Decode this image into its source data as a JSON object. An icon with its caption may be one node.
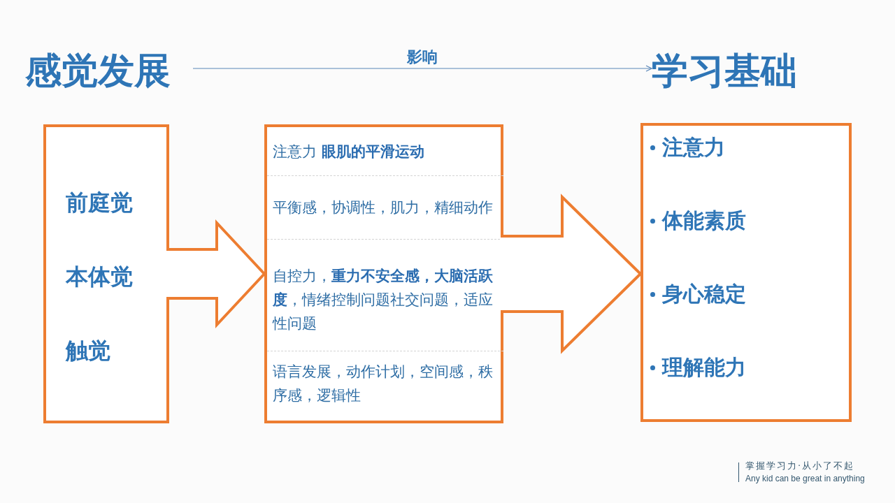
{
  "diagram": {
    "nodes": [
      {
        "text": [
          "感觉发展"
        ]
      },
      {
        "text": [
          "学习基础"
        ]
      },
      {
        "text": [
          "前庭觉",
          "本体觉",
          "触觉"
        ]
      },
      {
        "text": [],
        "shape": "box"
      },
      {
        "text": [
          "注意力  **眼肌的平滑运动**"
        ],
        "in": 3
      },
      {
        "text": [
          "平衡感，协调性，肌力，精细动作"
        ],
        "in": 3
      },
      {
        "text": [
          "自控力，**重力不安全感，大脑活跃度**，情绪控制问题社交问题，适应性问题"
        ],
        "in": 3
      },
      {
        "text": [
          "语言发展，动作计划，空间感，秩序感，逻辑性"
        ],
        "in": 3
      },
      {
        "text": [
          "注意力",
          "体能素质",
          "身心稳定",
          "理解能力"
        ]
      }
    ],
    "edges": [
      {
        "from": 0,
        "to": 1,
        "arrow": "to",
        "label": "影响",
        "color": "#5b87b8"
      },
      {
        "from": 2,
        "to": 3,
        "arrow": "to",
        "style": "thick"
      },
      {
        "from": 3,
        "to": 8,
        "arrow": "to",
        "style": "thick"
      }
    ],
    "labels": [
      "掌握学习力·从小了不起",
      "Any kid can be great in anything"
    ]
  }
}
